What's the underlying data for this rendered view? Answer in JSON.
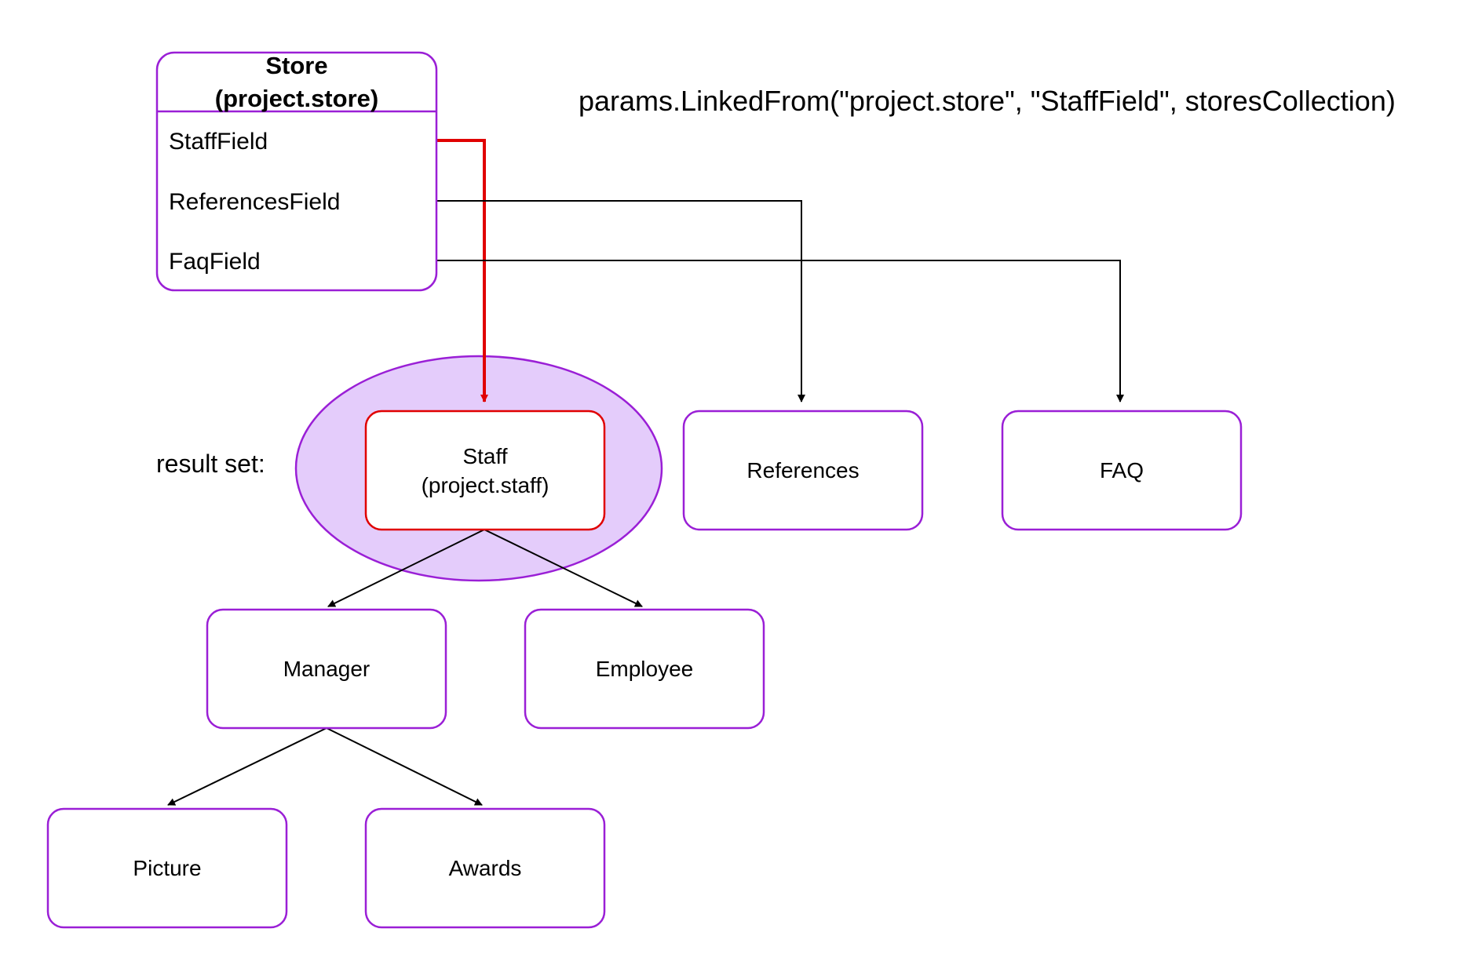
{
  "colors": {
    "node_border": "#9a1fd6",
    "highlight_border": "#e00000",
    "highlight_fill": "#e4ccfb",
    "red_arrow": "#e00000",
    "black_arrow": "#000000"
  },
  "store_table": {
    "title_line1": "Store",
    "title_line2": "(project.store)",
    "fields": [
      "StaffField",
      "ReferencesField",
      "FaqField"
    ]
  },
  "code_annotation": "params.LinkedFrom(\"project.store\", \"StaffField\", storesCollection)",
  "result_label": "result set:",
  "nodes": {
    "staff_line1": "Staff",
    "staff_line2": "(project.staff)",
    "references": "References",
    "faq": "FAQ",
    "manager": "Manager",
    "employee": "Employee",
    "picture": "Picture",
    "awards": "Awards"
  }
}
